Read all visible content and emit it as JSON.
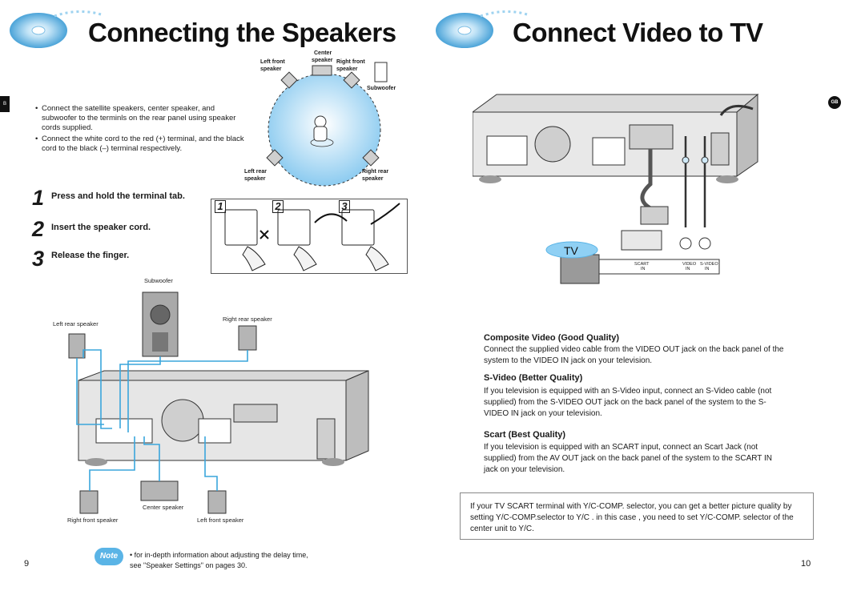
{
  "left": {
    "title": "Connecting the Speakers",
    "side_tab": "B",
    "bullets": [
      "Connect the satellite speakers, center speaker, and subwoofer to the terminls on the rear panel using speaker cords supplied.",
      "Connect the white cord to the red (+) terminal, and the black cord to the black (–) terminal respectively."
    ],
    "layout_labels": {
      "center": "Center",
      "left_front": "Left front",
      "speaker1": "speaker",
      "speaker_center": "speaker",
      "right_front": "Right front",
      "speaker2": "speaker",
      "subwoofer": "Subwoofer",
      "left_rear": "Left rear",
      "speaker3": "speaker",
      "right_rear": "Right rear",
      "speaker4": "speaker"
    },
    "steps": [
      {
        "num": "1",
        "text": "Press and hold the terminal tab."
      },
      {
        "num": "2",
        "text": "Insert the speaker cord."
      },
      {
        "num": "3",
        "text": "Release the finger."
      }
    ],
    "step_panels": [
      "1",
      "2",
      "3"
    ],
    "diagram_labels": {
      "subwoofer": "Subwoofer",
      "left_rear": "Left rear speaker",
      "right_rear": "Right rear speaker",
      "center": "Center speaker",
      "right_front": "Right front speaker",
      "left_front": "Left front speaker"
    },
    "note_badge": "Note",
    "note_text": "• for in-depth information about adjusting the delay time, see \"Speaker Settings\" on pages 30.",
    "page_number": "9"
  },
  "right": {
    "title": "Connect Video to TV",
    "gb_badge": "GB",
    "tv_label": "TV",
    "tv_jacks": {
      "scart": "SCART",
      "scart_in": "IN",
      "video": "VIDEO",
      "video_in": "IN",
      "svideo": "S-VIDEO",
      "svideo_in": "IN"
    },
    "sections": [
      {
        "heading": "Composite Video (Good Quality)",
        "body": "Connect the supplied video cable from the VIDEO OUT jack on the back panel of the system to the VIDEO IN jack on your television."
      },
      {
        "heading": "S-Video (Better Quality)",
        "body": "If you television is equipped with an S-Video input, connect an S-Video cable (not supplied) from the S-VIDEO OUT jack on the back panel of the system to the S-VIDEO IN jack on your television."
      },
      {
        "heading": "Scart (Best Quality)",
        "body": "If you television is equipped with an SCART input, connect an Scart Jack (not supplied) from the AV OUT jack on the back panel of the system to the SCART IN jack on your television."
      }
    ],
    "note_text": "If your TV SCART terminal with Y/C-COMP. selector, you can get a better picture quality by setting Y/C-COMP.selector to Y/C . in this case , you need to set Y/C-COMP. selector of the center unit to Y/C.",
    "page_number": "10"
  },
  "colors": {
    "accent_blue": "#5ab4e6",
    "cable_blue": "#3aa6dc",
    "light_blue": "#cfe9f7",
    "gray": "#9a9a9a"
  }
}
